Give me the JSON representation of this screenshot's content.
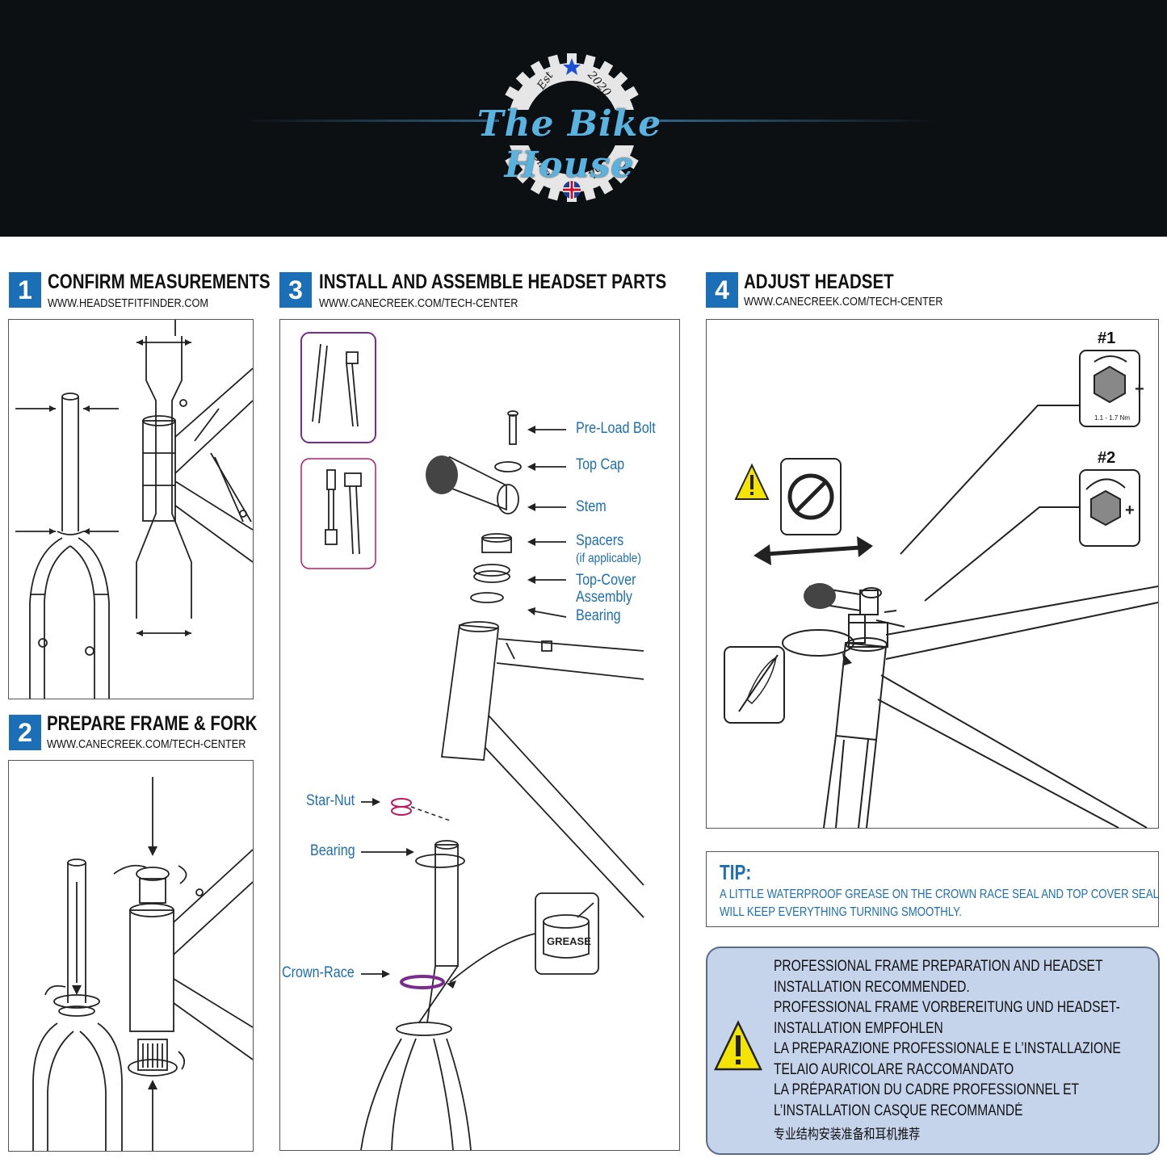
{
  "header": {
    "brand_name": "The Bike House",
    "badge_top_left": "Est",
    "badge_top_right": "2020",
    "badge_bottom_left": "Bike",
    "badge_bottom_right": "Parts",
    "accent_color": "#58b3e0",
    "background_color": "#0d1013",
    "icons": [
      "star-icon",
      "uk-flag-icon",
      "chainring-icon"
    ]
  },
  "steps": [
    {
      "number": "1",
      "title": "CONFIRM MEASUREMENTS",
      "url": "WWW.HEADSETFITFINDER.COM"
    },
    {
      "number": "2",
      "title": "PREPARE FRAME & FORK",
      "url": "WWW.CANECREEK.COM/TECH-CENTER"
    },
    {
      "number": "3",
      "title": "INSTALL AND ASSEMBLE HEADSET PARTS",
      "url": "WWW.CANECREEK.COM/TECH-CENTER"
    },
    {
      "number": "4",
      "title": "ADJUST HEADSET",
      "url": "WWW.CANECREEK.COM/TECH-CENTER"
    }
  ],
  "step3_labels": {
    "preload_bolt": "Pre-Load Bolt",
    "top_cap": "Top Cap",
    "stem": "Stem",
    "spacers": "Spacers",
    "spacers_note": "(if applicable)",
    "top_cover_1": "Top-Cover",
    "top_cover_2": "Assembly",
    "bearing_top": "Bearing",
    "star_nut": "Star-Nut",
    "bearing_bottom": "Bearing",
    "crown_race": "Crown-Race",
    "grease": "GREASE"
  },
  "step4_labels": {
    "adjust_1": "#1",
    "adjust_2": "#2",
    "torque": "1.1 - 1.7 Nm"
  },
  "tip": {
    "title": "TIP:",
    "line1": "A LITTLE WATERPROOF GREASE ON THE CROWN RACE SEAL AND TOP COVER SEAL",
    "line2": "WILL KEEP EVERYTHING TURNING SMOOTHLY."
  },
  "warning": {
    "lines": [
      "PROFESSIONAL FRAME PREPARATION AND HEADSET",
      "INSTALLATION RECOMMENDED.",
      "PROFESSIONAL FRAME VORBEREITUNG UND HEADSET-",
      "INSTALLATION EMPFOHLEN",
      "LA PREPARAZIONE PROFESSIONALE E L’INSTALLAZIONE",
      "TELAIO AURICOLARE RACCOMANDATO",
      "LA PRÉPARATION DU CADRE PROFESSIONNEL ET",
      "L’INSTALLATION CASQUE RECOMMANDÉ",
      "专业结构安装准备和耳机推荐"
    ]
  },
  "colors": {
    "accent_blue": "#1b6fb6",
    "warning_bg": "#c5d3eb",
    "warning_yellow": "#f5e400",
    "purple": "#7a2b8f",
    "magenta": "#c2185b"
  }
}
